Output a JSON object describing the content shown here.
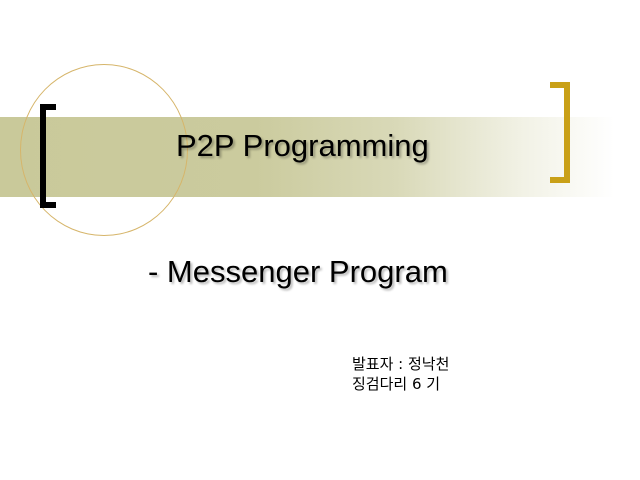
{
  "slide": {
    "title": "P2P Programming",
    "subtitle": "- Messenger Program",
    "presenter_line": "발표자 : 정낙천",
    "group_line": "징검다리 6 기"
  },
  "colors": {
    "band_start": "#c9c99a",
    "band_end": "#ffffff",
    "circle_stroke": "#d6b56a",
    "left_bracket": "#000000",
    "right_bracket": "#c9a017",
    "text": "#000000"
  }
}
